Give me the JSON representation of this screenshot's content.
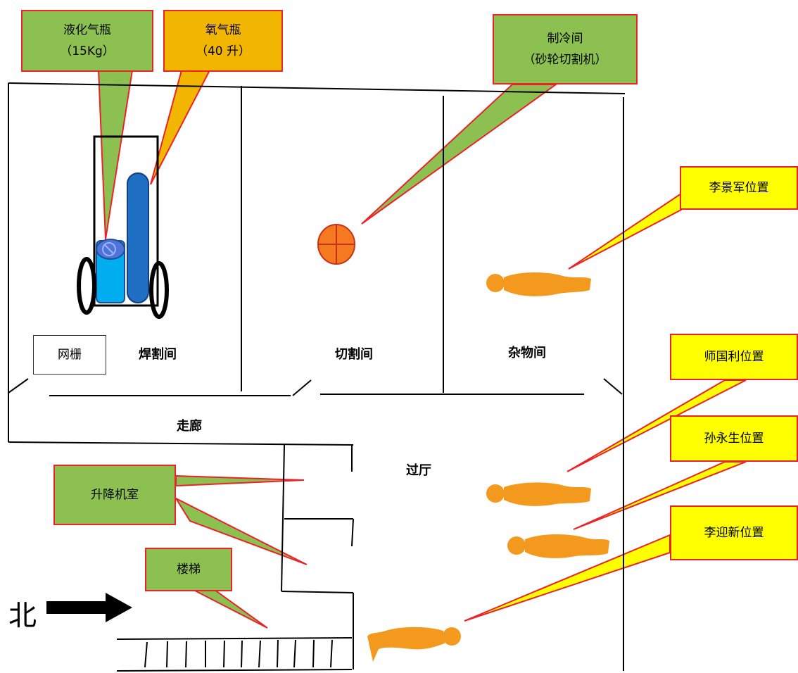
{
  "rooms": {
    "welding": "焊割间",
    "cutting": "切割间",
    "storage": "杂物间",
    "corridor": "走廊",
    "hall": "过厅",
    "grille": "网栅"
  },
  "callouts": {
    "lpg_title": "液化气瓶",
    "lpg_sub": "（15Kg）",
    "oxygen_title": "氧气瓶",
    "oxygen_sub": "（40 升）",
    "fridge_title": "制冷间",
    "fridge_sub": "（砂轮切割机）",
    "elevator": "升降机室",
    "stairs": "楼梯"
  },
  "persons": {
    "li_jingjun": "李景军位置",
    "shi_guoli": "师国利位置",
    "sun_yongsheng": "孙永生位置",
    "li_yingxin": "李迎新位置"
  },
  "compass": {
    "north": "北"
  },
  "colors": {
    "callout_border": "#e8232a",
    "green": "#8cc152",
    "orange": "#f2b600",
    "yellow": "#ffff00",
    "person": "#f39a1e",
    "lpg_cylinder": "#00aeef",
    "oxygen_cylinder": "#1f6fc4"
  }
}
